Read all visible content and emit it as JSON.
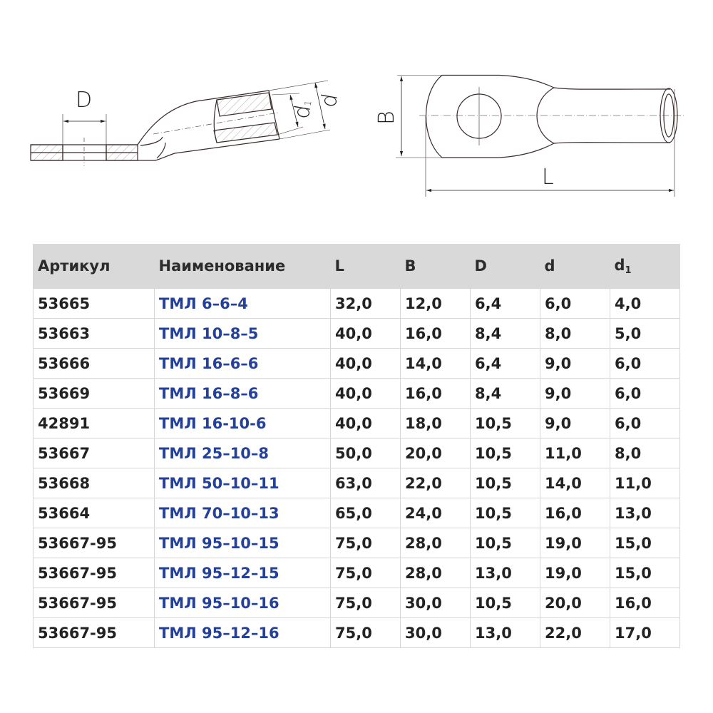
{
  "drawing": {
    "labels": {
      "D": "D",
      "d": "d",
      "d1": "d1",
      "B": "B",
      "L": "L"
    },
    "line_color": "#3a2a2a"
  },
  "table": {
    "headers": [
      "Артикул",
      "Наименование",
      "L",
      "B",
      "D",
      "d",
      "d"
    ],
    "header_subscript": "1",
    "rows": [
      [
        "53665",
        "ТМЛ 6–6–4",
        "32,0",
        "12,0",
        "6,4",
        "6,0",
        "4,0"
      ],
      [
        "53663",
        "ТМЛ 10–8–5",
        "40,0",
        "16,0",
        "8,4",
        "8,0",
        "5,0"
      ],
      [
        "53666",
        "ТМЛ 16–6–6",
        "40,0",
        "14,0",
        "6,4",
        "9,0",
        "6,0"
      ],
      [
        "53669",
        "ТМЛ 16–8–6",
        "40,0",
        "16,0",
        "8,4",
        "9,0",
        "6,0"
      ],
      [
        "42891",
        "ТМЛ 16-10-6",
        "40,0",
        "18,0",
        "10,5",
        "9,0",
        "6,0"
      ],
      [
        "53667",
        "ТМЛ 25–10–8",
        "50,0",
        "20,0",
        "10,5",
        "11,0",
        "8,0"
      ],
      [
        "53668",
        "ТМЛ 50–10–11",
        "63,0",
        "22,0",
        "10,5",
        "14,0",
        "11,0"
      ],
      [
        "53664",
        "ТМЛ 70–10–13",
        "65,0",
        "24,0",
        "10,5",
        "16,0",
        "13,0"
      ],
      [
        "53667-95",
        "ТМЛ 95–10–15",
        "75,0",
        "28,0",
        "10,5",
        "19,0",
        "15,0"
      ],
      [
        "53667-95",
        "ТМЛ 95–12–15",
        "75,0",
        "28,0",
        "13,0",
        "19,0",
        "15,0"
      ],
      [
        "53667-95",
        "ТМЛ 95–10–16",
        "75,0",
        "30,0",
        "10,5",
        "20,0",
        "16,0"
      ],
      [
        "53667-95",
        "ТМЛ 95–12–16",
        "75,0",
        "30,0",
        "13,0",
        "22,0",
        "17,0"
      ]
    ],
    "colors": {
      "header_bg": "#d9d9d9",
      "name_text": "#23409a"
    }
  }
}
